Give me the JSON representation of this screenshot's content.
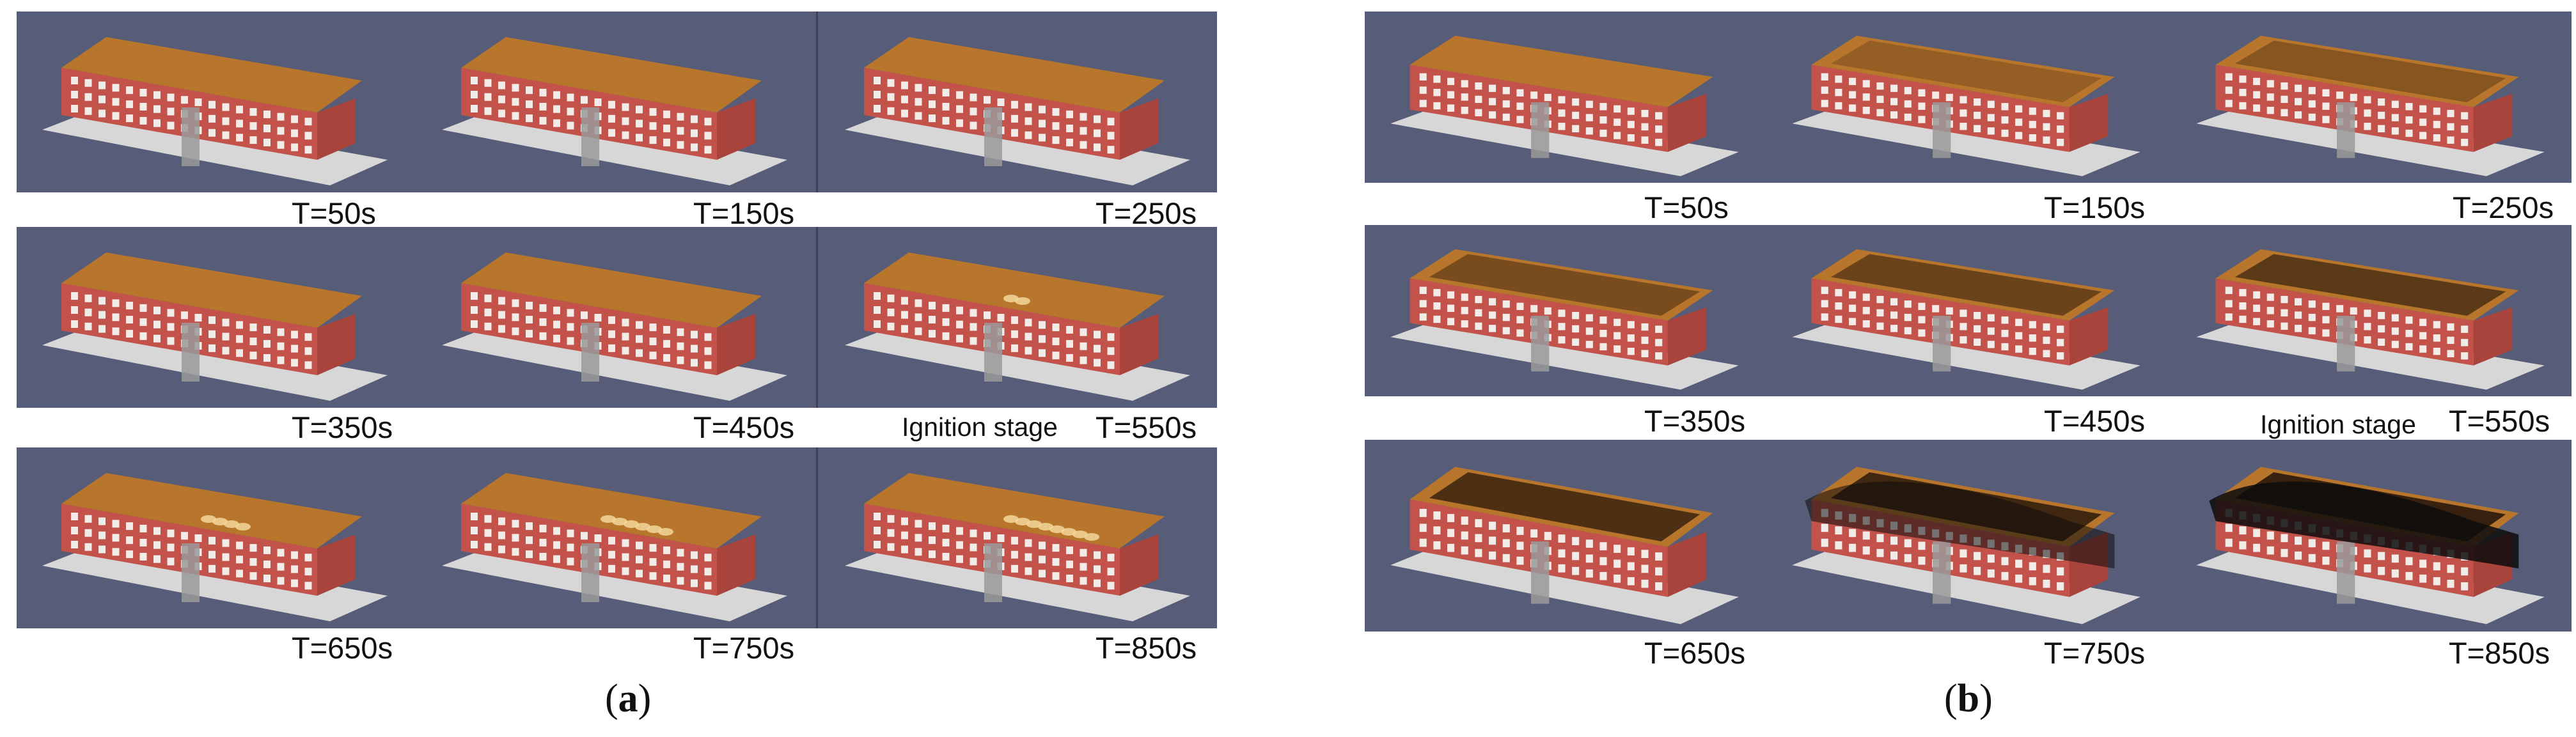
{
  "panels": [
    {
      "id": "a",
      "caption_letter": "a",
      "rows": [
        {
          "times": [
            "T=50s",
            "T=150s",
            "T=250s"
          ],
          "stage": ""
        },
        {
          "times": [
            "T=350s",
            "T=450s",
            "T=550s"
          ],
          "stage": "Ignition stage"
        },
        {
          "times": [
            "T=650s",
            "T=750s",
            "T=850s"
          ],
          "stage": ""
        }
      ]
    },
    {
      "id": "b",
      "caption_letter": "b",
      "rows": [
        {
          "times": [
            "T=50s",
            "T=150s",
            "T=250s"
          ],
          "stage": ""
        },
        {
          "times": [
            "T=350s",
            "T=450s",
            "T=550s"
          ],
          "stage": "Ignition stage"
        },
        {
          "times": [
            "T=650s",
            "T=750s",
            "T=850s"
          ],
          "stage": ""
        }
      ]
    }
  ],
  "colors": {
    "background_strip": "#575d78",
    "roof": "#b8752c",
    "wall": "#c2524a",
    "ground": "#d7d7d7",
    "fire": "#f2d79a",
    "smoke": "#0c0c0c"
  }
}
